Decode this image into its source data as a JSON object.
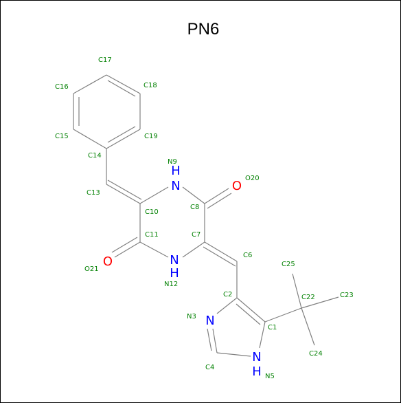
{
  "molecule": {
    "title": "PN6"
  },
  "atoms": {
    "C1": "C1",
    "C2": "C2",
    "N3": "N3",
    "C4": "C4",
    "N5": "N5",
    "C6": "C6",
    "C7": "C7",
    "C8": "C8",
    "N9": "N9",
    "C10": "C10",
    "C11": "C11",
    "N12": "N12",
    "C13": "C13",
    "C14": "C14",
    "C15": "C15",
    "C16": "C16",
    "C17": "C17",
    "C18": "C18",
    "C19": "C19",
    "O20": "O20",
    "O21": "O21",
    "C22": "C22",
    "C23": "C23",
    "C24": "C24",
    "C25": "C25"
  },
  "heteroatoms": {
    "n9": "N",
    "n9_h": "H",
    "n12": "N",
    "n12_h": "H",
    "n3": "N",
    "n5": "N",
    "n5_h": "H",
    "o20": "O",
    "o21": "O"
  },
  "colors": {
    "bond": "#808080",
    "carbon_label": "#008000",
    "nitrogen": "#0000ff",
    "oxygen": "#ff0000",
    "title": "#000000"
  }
}
